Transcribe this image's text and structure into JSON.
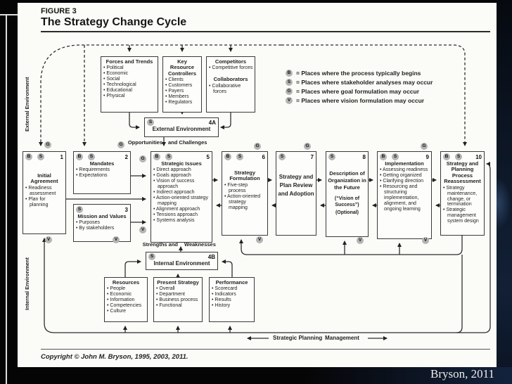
{
  "figure_label": "FIGURE 3",
  "title": "The Strategy Change Cycle",
  "copyright": "Copyright © John M. Bryson, 1995, 2003, 2011.",
  "attribution": "Bryson, 2011",
  "letters": {
    "g": "G",
    "v": "V"
  },
  "labels": {
    "external": "External Environment",
    "internal": "Internal Environment",
    "opportunities": "Opportunities",
    "challenges": "and Challenges",
    "strengths": "Strengths and",
    "weaknesses": "Weaknesses",
    "planning": "Strategic Planning",
    "management": "Management"
  },
  "legend": [
    {
      "letter": "B",
      "text": "= Places where the process typically begins"
    },
    {
      "letter": "S",
      "text": "= Places where stakeholder analyses may occur"
    },
    {
      "letter": "G",
      "text": "= Places where goal formulation may occur"
    },
    {
      "letter": "V",
      "text": "= Places where vision formulation may occur"
    }
  ],
  "top_boxes": [
    {
      "title": "Forces and Trends",
      "bullets": [
        "Political",
        "Economic",
        "Social",
        "Technological",
        "Educational",
        "Physical"
      ]
    },
    {
      "title": "Key Resource Controllers",
      "bullets": [
        "Clients",
        "Customers",
        "Payers",
        "Members",
        "Regulators"
      ]
    },
    {
      "sections": [
        {
          "title": "Competitors",
          "bullets": [
            "Competitive forces"
          ]
        },
        {
          "title": "Collaborators",
          "bullets": [
            "Collaborative forces"
          ]
        }
      ]
    }
  ],
  "env_external": {
    "badge": "S",
    "code": "4A",
    "label": "External Environment"
  },
  "env_internal": {
    "badge": "S",
    "code": "4B",
    "label": "Internal Environment"
  },
  "main_boxes": [
    {
      "num": "1",
      "badges": [
        "B",
        "S"
      ],
      "title": "Initial Agreement",
      "bullets": [
        "Readiness assessment",
        "Plan for planning"
      ]
    },
    {
      "num": "2",
      "badges": [
        "B",
        "S"
      ],
      "title": "Mandates",
      "bullets": [
        "Requirements",
        "Expectations"
      ]
    },
    {
      "num": "3",
      "badges": [
        "S"
      ],
      "title": "Mission and Values",
      "bullets": [
        "Purposes",
        "By stakeholders"
      ]
    },
    {
      "num": "5",
      "badges": [
        "B",
        "S"
      ],
      "title": "Strategic Issues",
      "bullets": [
        "Direct approach",
        "Goals approach",
        "Vision of success approach",
        "Indirect approach",
        "Action-oriented strategy mapping",
        "Alignment approach",
        "Tensions approach",
        "Systems analysis"
      ]
    },
    {
      "num": "6",
      "badges": [
        "B",
        "S"
      ],
      "title": "Strategy Formulation",
      "bullets": [
        "Five-step process",
        "Action-oriented strategy mapping"
      ]
    },
    {
      "num": "7",
      "badges": [
        "S"
      ],
      "title": "Strategy and Plan Review and Adoption",
      "bullets": []
    },
    {
      "num": "8",
      "badges": [
        "S"
      ],
      "title": "Description of Organization in the Future",
      "notes": [
        "(“Vision of Success”)",
        "(Optional)"
      ],
      "bullets": []
    },
    {
      "num": "9",
      "badges": [
        "B",
        "S"
      ],
      "title": "Implementation",
      "bullets": [
        "Assessing readiness",
        "Getting organized",
        "Clarifying direction",
        "Resourcing and structuring implementation, alignment, and ongoing learning"
      ]
    },
    {
      "num": "10",
      "badges": [
        "B",
        "S"
      ],
      "title": "Strategy and Planning Process Reassessment",
      "bullets": [
        "Strategy maintenance, change, or termination",
        "Strategic management system design"
      ]
    }
  ],
  "bottom_boxes": [
    {
      "title": "Resources",
      "bullets": [
        "People",
        "Economic",
        "Information",
        "Competencies",
        "Culture"
      ]
    },
    {
      "title": "Present Strategy",
      "bullets": [
        "Overall",
        "Department",
        "Business process",
        "Functional"
      ]
    },
    {
      "title": "Performance",
      "bullets": [
        "Scorecard",
        "Indicators",
        "Results",
        "History"
      ]
    }
  ],
  "colors": {
    "panel_bg": "#fbfbf8",
    "box_border": "#3a3a3a",
    "badge_bg": "#b4b4b4",
    "line": "#2e2e2e",
    "slide_bg": "#050505",
    "accent_navy": "#122036"
  }
}
